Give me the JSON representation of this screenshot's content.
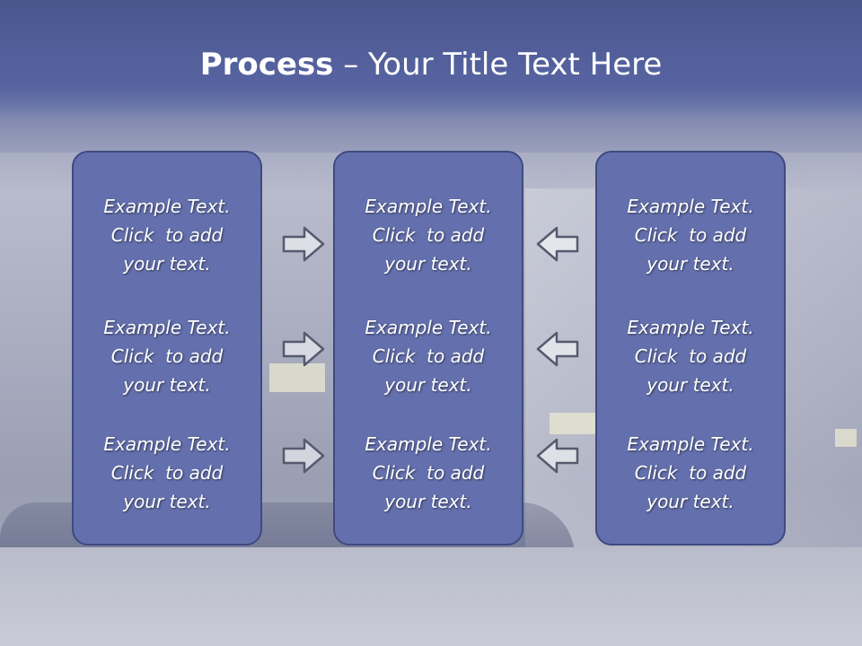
{
  "slide": {
    "title_bold": "Process",
    "title_rest": " – Your Title Text Here"
  },
  "columns": [
    {
      "items": [
        {
          "line1": "Example Text.",
          "line2": "Click  to add",
          "line3": "your text."
        },
        {
          "line1": "Example Text.",
          "line2": "Click  to add",
          "line3": "your text."
        },
        {
          "line1": "Example Text.",
          "line2": "Click  to add",
          "line3": "your text."
        }
      ]
    },
    {
      "items": [
        {
          "line1": "Example Text.",
          "line2": "Click  to add",
          "line3": "your text."
        },
        {
          "line1": "Example Text.",
          "line2": "Click  to add",
          "line3": "your text."
        },
        {
          "line1": "Example Text.",
          "line2": "Click  to add",
          "line3": "your text."
        }
      ]
    },
    {
      "items": [
        {
          "line1": "Example Text.",
          "line2": "Click  to add",
          "line3": "your text."
        },
        {
          "line1": "Example Text.",
          "line2": "Click  to add",
          "line3": "your text."
        },
        {
          "line1": "Example Text.",
          "line2": "Click  to add",
          "line3": "your text."
        }
      ]
    }
  ],
  "arrows": {
    "left_column": [
      "arrow-right-icon",
      "arrow-right-icon",
      "arrow-right-icon"
    ],
    "right_column": [
      "arrow-left-icon",
      "arrow-left-icon",
      "arrow-left-icon"
    ]
  },
  "colors": {
    "box_fill": "#6470ad",
    "box_border": "#3f4a80",
    "title_text": "#ffffff"
  }
}
